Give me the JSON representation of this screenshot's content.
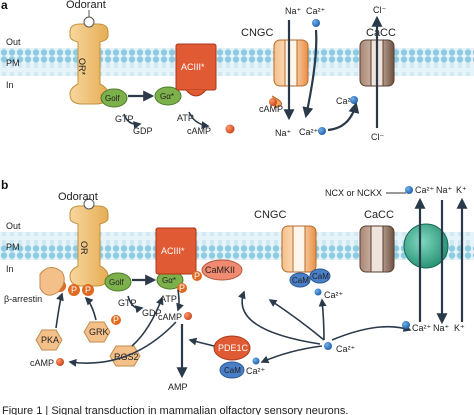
{
  "panel_a": {
    "letter": "a",
    "side_labels": {
      "out": "Out",
      "pm": "PM",
      "in": "In"
    },
    "odorant": "Odorant",
    "or_label": "OR*",
    "g_olf": "Golf",
    "g_alpha": "Gα*",
    "aciii": "ACIII*",
    "gtp": "GTP",
    "gdp": "GDP",
    "atp": "ATP",
    "camp_product": "cAMP",
    "cngc": "CNGC",
    "cacc": "CaCC",
    "na_out": "Na⁺",
    "ca_out": "Ca²⁺",
    "camp_in": "cAMP",
    "na_in": "Na⁺",
    "ca_in": "Ca²⁺",
    "ca_cacc": "Ca²⁺",
    "cl_out": "Cl⁻",
    "cl_in": "Cl⁻"
  },
  "panel_b": {
    "letter": "b",
    "side_labels": {
      "out": "Out",
      "pm": "PM",
      "in": "In"
    },
    "odorant": "Odorant",
    "or_label": "OR",
    "g_olf": "Golf",
    "g_alpha": "Gα*",
    "aciii": "ACIII*",
    "camkii": "CaMKII",
    "p_mark": "P",
    "gtp": "GTP",
    "gdp": "GDP",
    "atp": "ATP",
    "camp": "cAMP",
    "amp": "AMP",
    "beta_arrestin": "β-arrestin",
    "pka": "PKA",
    "grk": "GRK",
    "rgs2": "RGS2",
    "camp_left": "cAMP",
    "pde1c": "PDE1C",
    "cam": "CaM",
    "ca": "Ca²⁺",
    "cngc": "CNGC",
    "cacc": "CaCC",
    "ncx": "NCX or NCKX",
    "ca_out_right": "Ca²⁺",
    "na_out_right": "Na⁺",
    "k_out_right": "K⁺",
    "ca_in_right": "Ca²⁺",
    "na_in_right": "Na⁺",
    "k_in_right": "K⁺"
  },
  "caption_fragment": "Figure 1 | Signal transduction in mammalian olfactory sensory neurons.",
  "colors": {
    "membrane_lipid": "#9fd3e8",
    "membrane_tail": "#cfe8f2",
    "receptor": "#f2c27a",
    "g_protein": "#7bb04a",
    "aciii": "#e05a34",
    "channel": "#f0a25a",
    "cacc": "#8a6a58",
    "exchanger": "#3aa98a",
    "ca_ion": "#3a7fc8",
    "camp_ion": "#e45b2a",
    "cam": "#4a7fc8",
    "camkii": "#f08a70",
    "phospho": "#e06a20"
  }
}
